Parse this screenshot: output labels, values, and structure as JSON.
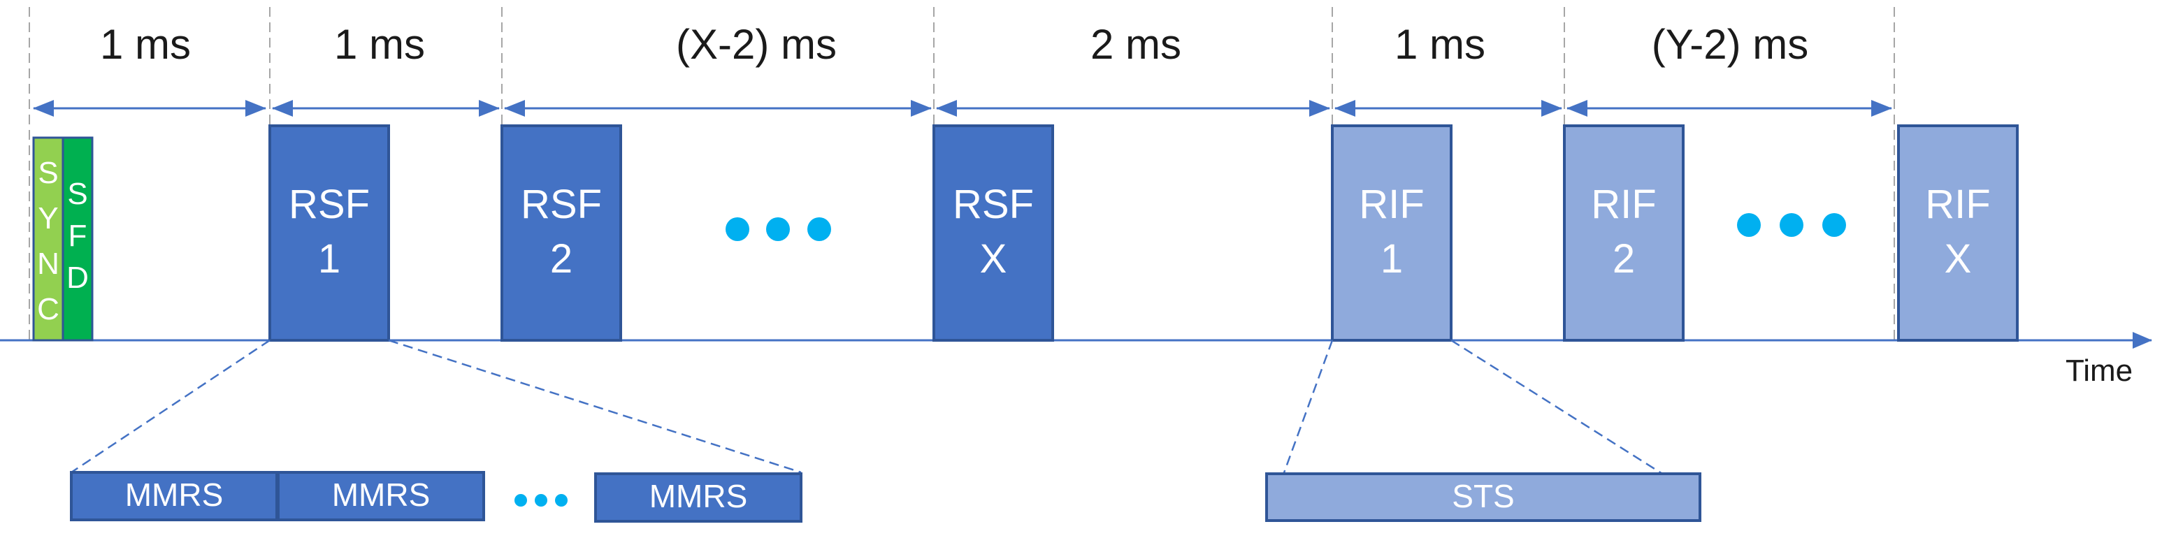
{
  "durations": [
    "1 ms",
    "1 ms",
    "(X-2) ms",
    "2 ms",
    "1 ms",
    "(Y-2) ms"
  ],
  "sync": {
    "letters": [
      "S",
      "Y",
      "N",
      "C"
    ],
    "color": "#92d050"
  },
  "sfd": {
    "letters": [
      "S",
      "F",
      "D"
    ],
    "color": "#00b050"
  },
  "rsf_blocks": [
    {
      "line1": "RSF",
      "line2": "1"
    },
    {
      "line1": "RSF",
      "line2": "2"
    },
    {
      "line1": "RSF",
      "line2": "X"
    }
  ],
  "rif_blocks": [
    {
      "line1": "RIF",
      "line2": "1"
    },
    {
      "line1": "RIF",
      "line2": "2"
    },
    {
      "line1": "RIF",
      "line2": "X"
    }
  ],
  "axis_label": "Time",
  "mmrs_boxes": [
    "MMRS",
    "MMRS",
    "MMRS"
  ],
  "sts_label": "STS",
  "colors": {
    "rsf": "#4472c4",
    "rif": "#8faadc",
    "border": "#2f5597",
    "dots": "#00b0f0",
    "arrow": "#4472c4",
    "guide": "#a6a6a6"
  }
}
